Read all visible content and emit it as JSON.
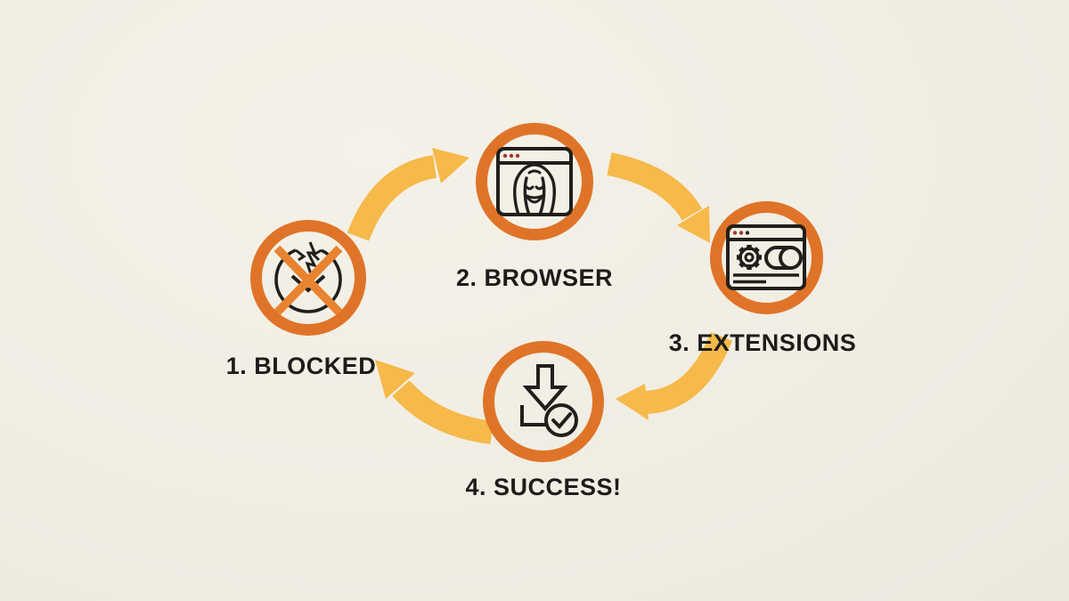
{
  "diagram": {
    "type": "cycle-flow",
    "background_color": "#F0EDE3",
    "ring_color": "#DF7428",
    "cross_color": "#E8832F",
    "arrow_color": "#F6B94A",
    "icon_stroke_color": "#211F1C",
    "label_color": "#1D1C1A",
    "window_dot_color": "#9C382A",
    "steps": [
      {
        "label": "1. BLOCKED",
        "icon": "blocked-broken-download-icon"
      },
      {
        "label": "2. BROWSER",
        "icon": "browser-window-user-icon"
      },
      {
        "label": "3. EXTENSIONS",
        "icon": "browser-settings-toggle-icon"
      },
      {
        "label": "4. SUCCESS!",
        "icon": "download-complete-check-icon"
      }
    ]
  }
}
